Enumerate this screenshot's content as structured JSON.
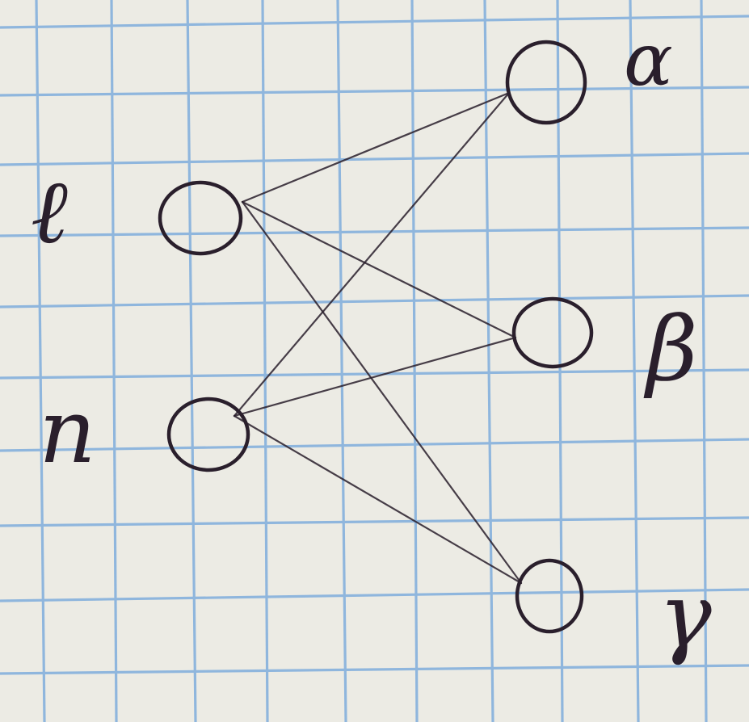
{
  "diagram": {
    "type": "bipartite-graph",
    "colors": {
      "paper": "#ecebe4",
      "grid": "#8fb6dd",
      "ink": "#2a1f2c"
    },
    "left_nodes": [
      {
        "id": "l",
        "label": "ℓ"
      },
      {
        "id": "n",
        "label": "n"
      }
    ],
    "right_nodes": [
      {
        "id": "alpha",
        "label": "α"
      },
      {
        "id": "beta",
        "label": "β"
      },
      {
        "id": "gamma",
        "label": "γ"
      }
    ],
    "edges": [
      {
        "from": "l",
        "to": "alpha"
      },
      {
        "from": "l",
        "to": "beta"
      },
      {
        "from": "l",
        "to": "gamma"
      },
      {
        "from": "n",
        "to": "alpha"
      },
      {
        "from": "n",
        "to": "beta"
      },
      {
        "from": "n",
        "to": "gamma"
      }
    ]
  }
}
